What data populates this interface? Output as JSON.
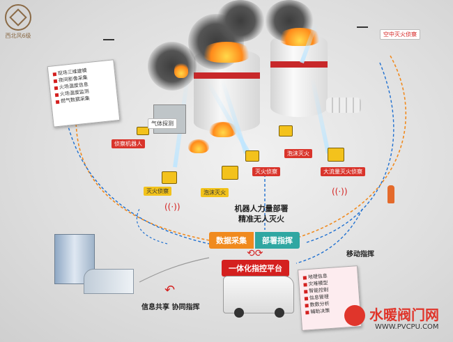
{
  "logo": {
    "text": "西北风6级"
  },
  "checklist": {
    "items": [
      "现场三维建模",
      "夜间影像采集",
      "火场温度信息",
      "火场温度监测",
      "燃气数据采集"
    ]
  },
  "right_checklist": {
    "items": [
      "地理信息",
      "灾难模型",
      "智能控制",
      "信息管理",
      "数数分析",
      "辅助决策"
    ]
  },
  "tags": {
    "gas_detect": "气体探测",
    "scout_robot": "侦察机器人",
    "foam_fire_1": "泡沫灭火",
    "fire_scout_mid": "灭火侦察",
    "big_flow": "大流量灭火侦察",
    "fire_scout_left": "灭火侦察",
    "foam_fire_2": "泡沫灭火",
    "air_scout": "空中灭火侦察"
  },
  "center": {
    "line1": "机器人力量部署",
    "line2": "精准无人灭火"
  },
  "chips": {
    "data_collect": "数据采集",
    "deploy": "部署指挥",
    "platform": "一体化指控平台"
  },
  "labels": {
    "mobile": "移动指挥",
    "share": "信息共享  协同指挥"
  },
  "watermark": {
    "name": "水暖阀门网",
    "url": "WWW.PVCPU.COM"
  },
  "colors": {
    "red": "#d4201f",
    "orange": "#f08a1e",
    "blue": "#1e6fd0",
    "yellow": "#f2c21b"
  }
}
